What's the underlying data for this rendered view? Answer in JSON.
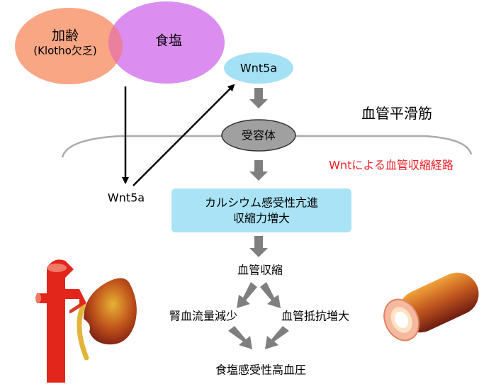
{
  "nodes": {
    "aging_line1": "加齢",
    "aging_line2": "(Klotho欠乏)",
    "salt": "食塩",
    "wnt5a_top": "Wnt5a",
    "smooth_muscle": "血管平滑筋",
    "receptor": "受容体",
    "pathway": "Wntによる血管収縮経路",
    "wnt5a_left": "Wnt5a",
    "box_line1": "カルシウム感受性亢進",
    "box_line2": "収縮力増大",
    "vasoconstriction": "血管収縮",
    "renal_flow": "腎血流量減少",
    "resistance": "血管抵抗増大",
    "hypertension": "食塩感受性高血圧"
  },
  "colors": {
    "aging_circle": "#f8a684",
    "salt_circle": "#dc8ef0",
    "overlap": "#ea7f9e",
    "wnt5a_ellipse": "#a5e1f5",
    "receptor_ellipse": "#a0a0a0",
    "box": "#a9e3f5",
    "gray_arrow": "#7f7f7f",
    "pathway_text": "#ee1c24",
    "membrane": "#aaaaaa"
  },
  "icons": [
    "aorta-kidney-illustration",
    "blood-vessel-illustration"
  ]
}
